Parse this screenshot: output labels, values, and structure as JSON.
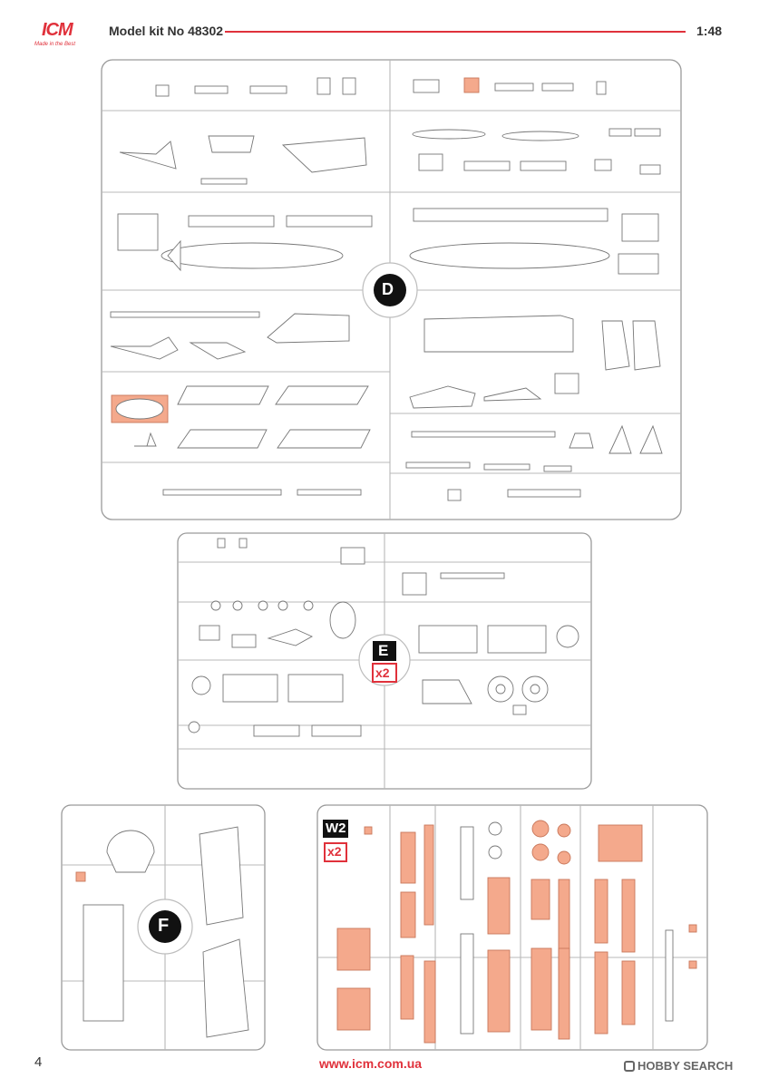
{
  "header": {
    "brand": "ICM",
    "tagline": "Made in the Best",
    "kit_title": "Model kit No 48302",
    "scale": "1:48",
    "accent_color": "#e0313b"
  },
  "sprues": {
    "D": {
      "letter": "D"
    },
    "E": {
      "letter": "E",
      "multiplier": "x2"
    },
    "F": {
      "letter": "F"
    },
    "W2": {
      "letter": "W2",
      "multiplier": "x2"
    }
  },
  "footer": {
    "page_number": "4",
    "url": "www.icm.com.ua",
    "watermark": "HOBBY SEARCH"
  }
}
